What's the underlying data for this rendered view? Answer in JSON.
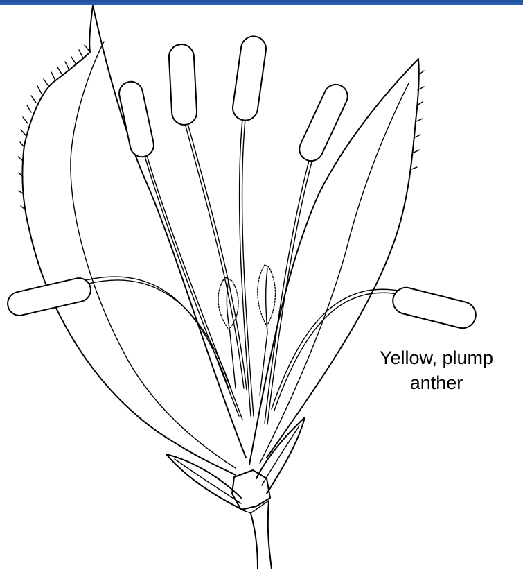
{
  "header": {
    "bar_color": "#2a5aa8"
  },
  "annotation": {
    "line1": "Yellow, plump",
    "line2": "anther"
  },
  "illustration": {
    "subject": "grass floret",
    "icon": "floret-illustration"
  }
}
